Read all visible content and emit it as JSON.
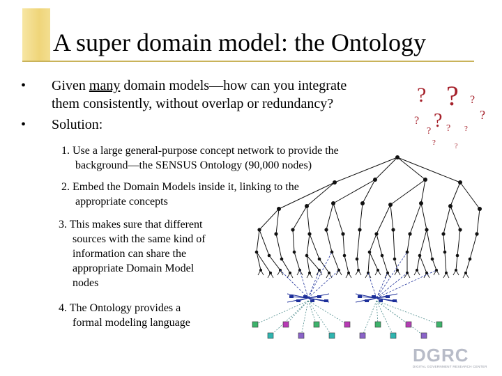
{
  "slide": {
    "title": "A super domain model: the Ontology",
    "bullet_char": "•",
    "bullets": [
      {
        "pre": "Given ",
        "underlined": "many",
        "line1_rest": " domain models—how can you integrate",
        "line2": "them consistently, without overlap or redundancy?"
      },
      {
        "text": "Solution:"
      }
    ],
    "steps": [
      {
        "num": "1.",
        "line1": "Use a large general-purpose concept network to provide the",
        "line2": "background—the SENSUS Ontology (90,000 nodes)"
      },
      {
        "num": "2.",
        "line1": "Embed the Domain Models inside it, linking to the",
        "line2": "appropriate concepts"
      },
      {
        "num": "3.",
        "line1": "This makes sure that different",
        "more": [
          "sources with the same kind of",
          "information can share the",
          "appropriate Domain Model",
          "nodes"
        ]
      },
      {
        "num": "4.",
        "line1": "The Ontology provides a",
        "line2": "formal modeling language"
      }
    ],
    "question_mark": "?"
  },
  "logo": {
    "text": "DGRC",
    "subtext": "DIGITAL GOVERNMENT RESEARCH CENTER"
  },
  "colors": {
    "title_accent": "#efd57a",
    "question_mark": "#a5202a",
    "tree_node": "#111111",
    "domain_node_blue": "#1d2f9a",
    "leaf_colors": [
      "#3db36b",
      "#2fb5b0",
      "#b83ab5",
      "#8a63c8"
    ]
  }
}
